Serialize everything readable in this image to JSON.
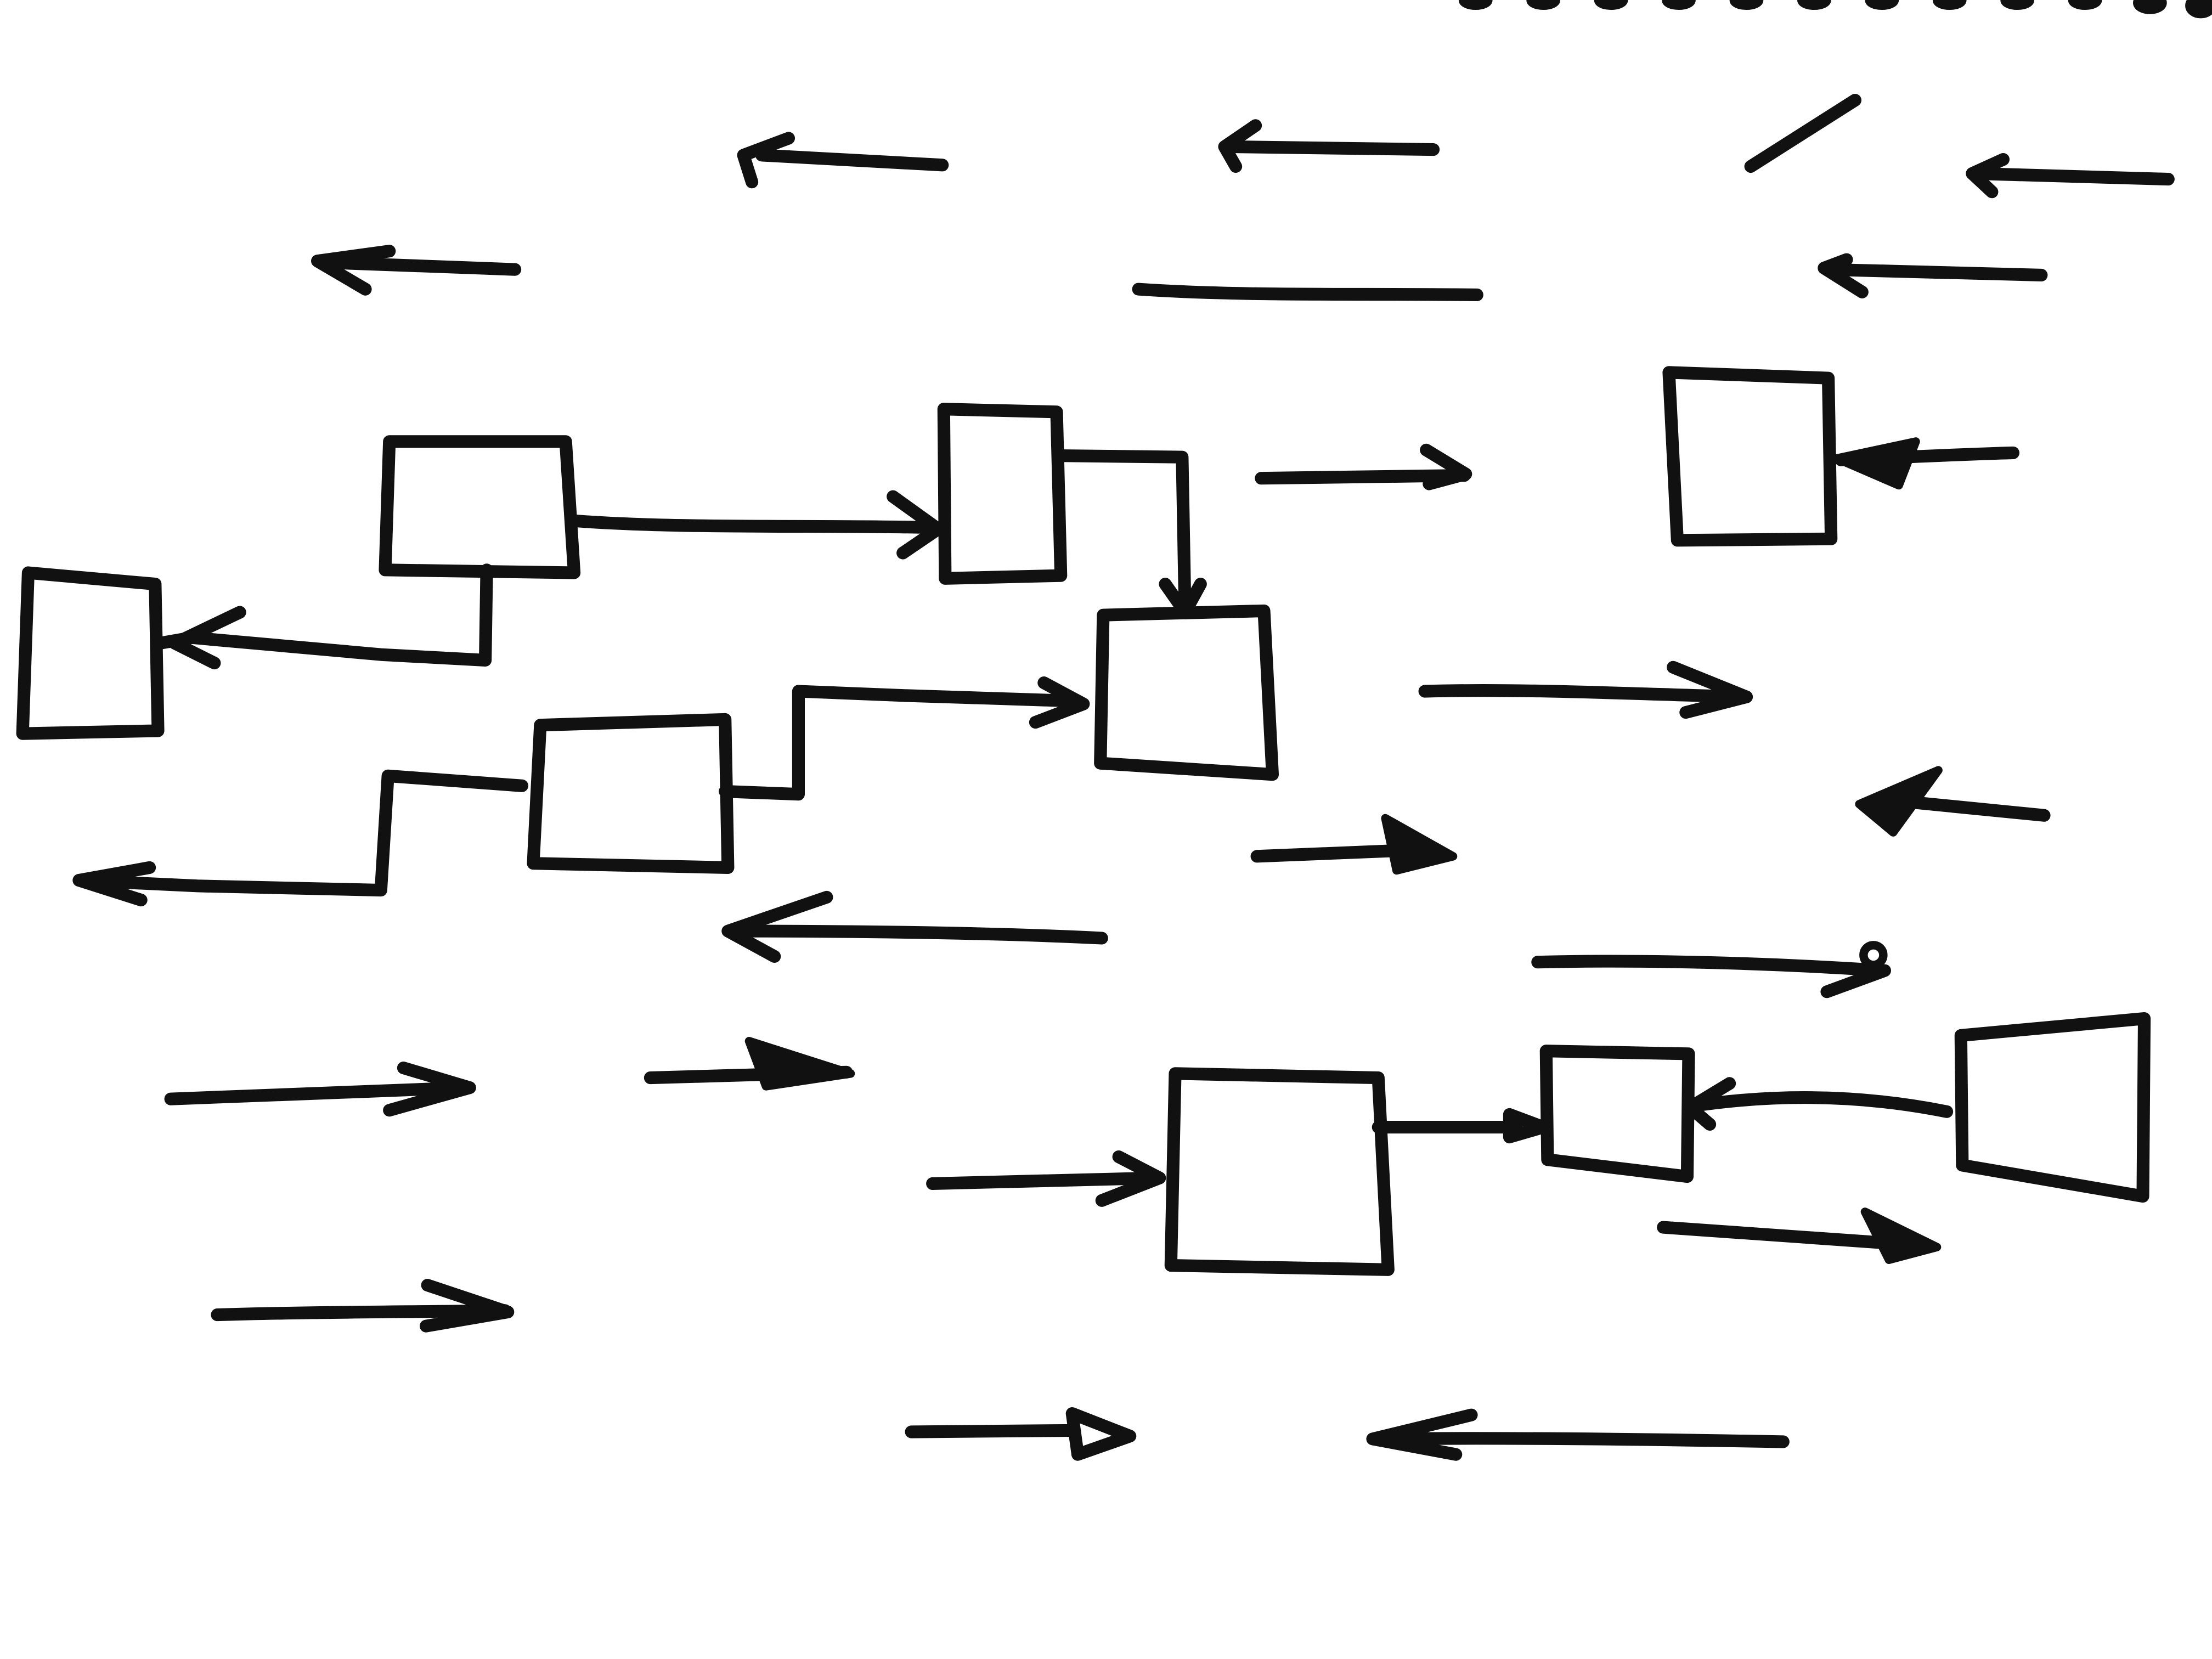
{
  "diagram": {
    "style": "hand-drawn",
    "ink_color": "#111111",
    "paper_color": "#ffffff",
    "boxes": [
      {
        "id": "box-1"
      },
      {
        "id": "box-2"
      },
      {
        "id": "box-3"
      },
      {
        "id": "box-4"
      },
      {
        "id": "box-5"
      },
      {
        "id": "box-6"
      },
      {
        "id": "box-7"
      },
      {
        "id": "box-8"
      },
      {
        "id": "box-9"
      },
      {
        "id": "box-10"
      }
    ],
    "connectors": [
      {
        "from": "box-2",
        "to": "box-3",
        "head": "open"
      },
      {
        "from": "box-2",
        "to": "box-1",
        "head": "open"
      },
      {
        "from": "box-3",
        "to": "box-6",
        "head": "open"
      },
      {
        "from": "box-5",
        "to": "box-6",
        "head": "open"
      },
      {
        "from": "box-5",
        "to": null,
        "head": "open"
      },
      {
        "from": null,
        "to": "box-4",
        "head": "filled"
      },
      {
        "from": "box-8",
        "to": "box-9",
        "head": "hollow-triangle"
      },
      {
        "from": "box-10",
        "to": "box-9",
        "head": "open"
      },
      {
        "from": null,
        "to": "box-8",
        "head": "open"
      }
    ],
    "loose_arrow_heads": [
      "open",
      "filled",
      "hollow-triangle",
      "circle"
    ]
  }
}
